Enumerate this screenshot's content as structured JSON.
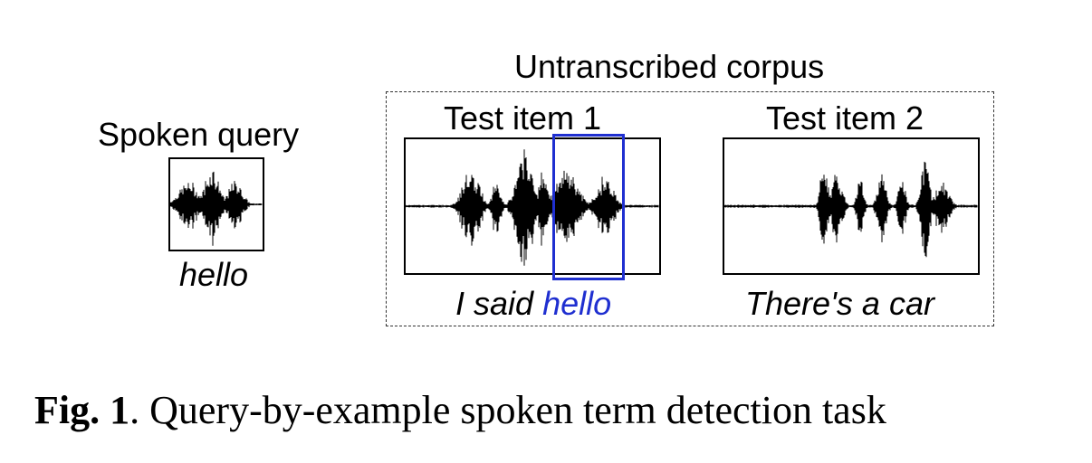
{
  "query": {
    "label": "Spoken query",
    "word": "hello"
  },
  "corpus": {
    "title": "Untranscribed corpus",
    "items": [
      {
        "label": "Test item 1",
        "text_prefix": "I said",
        "text_highlight": "hello"
      },
      {
        "label": "Test item 2",
        "text": "There's a car"
      }
    ]
  },
  "caption": {
    "label": "Fig. 1",
    "text": ". Query-by-example spoken term detection task"
  },
  "colors": {
    "highlight": "#1f2fd0",
    "waveform": "#000000"
  }
}
